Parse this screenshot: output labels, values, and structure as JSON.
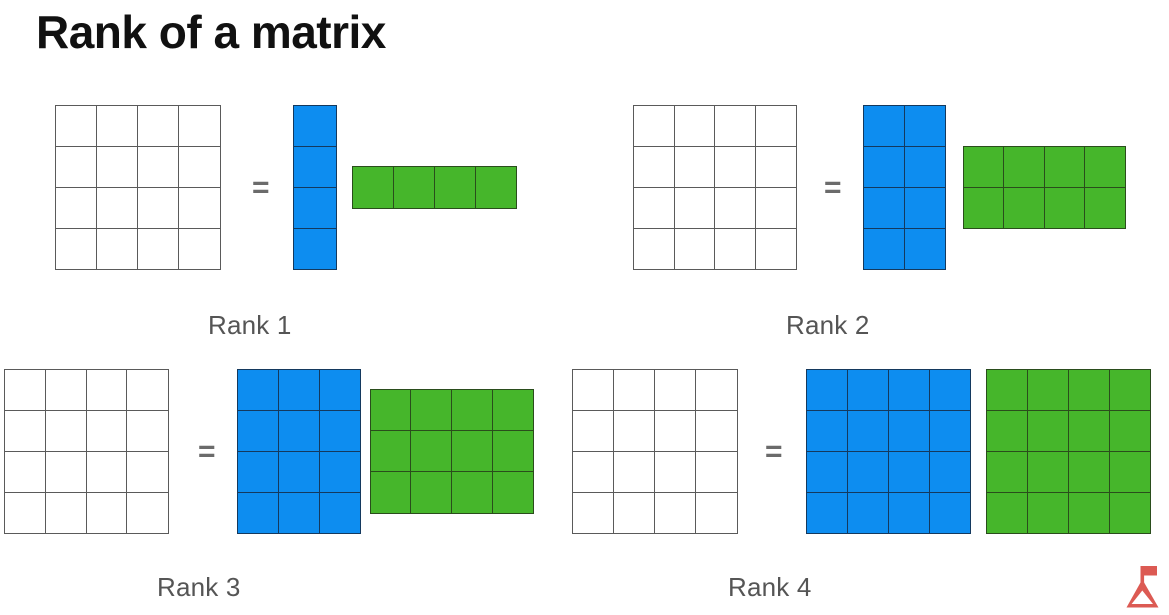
{
  "slide": {
    "title": "Rank of a matrix",
    "background_color": "#ffffff"
  },
  "colors": {
    "white_cell": "#ffffff",
    "white_cell_border": "#5a5a5a",
    "blue_cell": "#0d8df0",
    "blue_cell_border": "#14395e",
    "green_cell": "#46b62b",
    "green_cell_border": "#2a4d1c",
    "label_text": "#555555",
    "title_text": "#111111",
    "equals_sign": "#6b6b6b",
    "logo_red": "#dc5a53"
  },
  "equals_symbol": "=",
  "panels": [
    {
      "id": "rank-1",
      "caption": "Rank 1",
      "product_matrix": {
        "rows": 4,
        "cols": 4,
        "color": "white"
      },
      "left_factor": {
        "rows": 4,
        "cols": 1,
        "color": "blue"
      },
      "right_factor": {
        "rows": 1,
        "cols": 4,
        "color": "green"
      }
    },
    {
      "id": "rank-2",
      "caption": "Rank 2",
      "product_matrix": {
        "rows": 4,
        "cols": 4,
        "color": "white"
      },
      "left_factor": {
        "rows": 4,
        "cols": 2,
        "color": "blue"
      },
      "right_factor": {
        "rows": 2,
        "cols": 4,
        "color": "green"
      }
    },
    {
      "id": "rank-3",
      "caption": "Rank 3",
      "product_matrix": {
        "rows": 4,
        "cols": 4,
        "color": "white"
      },
      "left_factor": {
        "rows": 4,
        "cols": 3,
        "color": "blue"
      },
      "right_factor": {
        "rows": 3,
        "cols": 4,
        "color": "green"
      }
    },
    {
      "id": "rank-4",
      "caption": "Rank 4",
      "product_matrix": {
        "rows": 4,
        "cols": 4,
        "color": "white"
      },
      "left_factor": {
        "rows": 4,
        "cols": 4,
        "color": "blue"
      },
      "right_factor": {
        "rows": 4,
        "cols": 4,
        "color": "green"
      }
    }
  ],
  "logo": {
    "name": "flask-logo",
    "color": "#dc5a53"
  }
}
